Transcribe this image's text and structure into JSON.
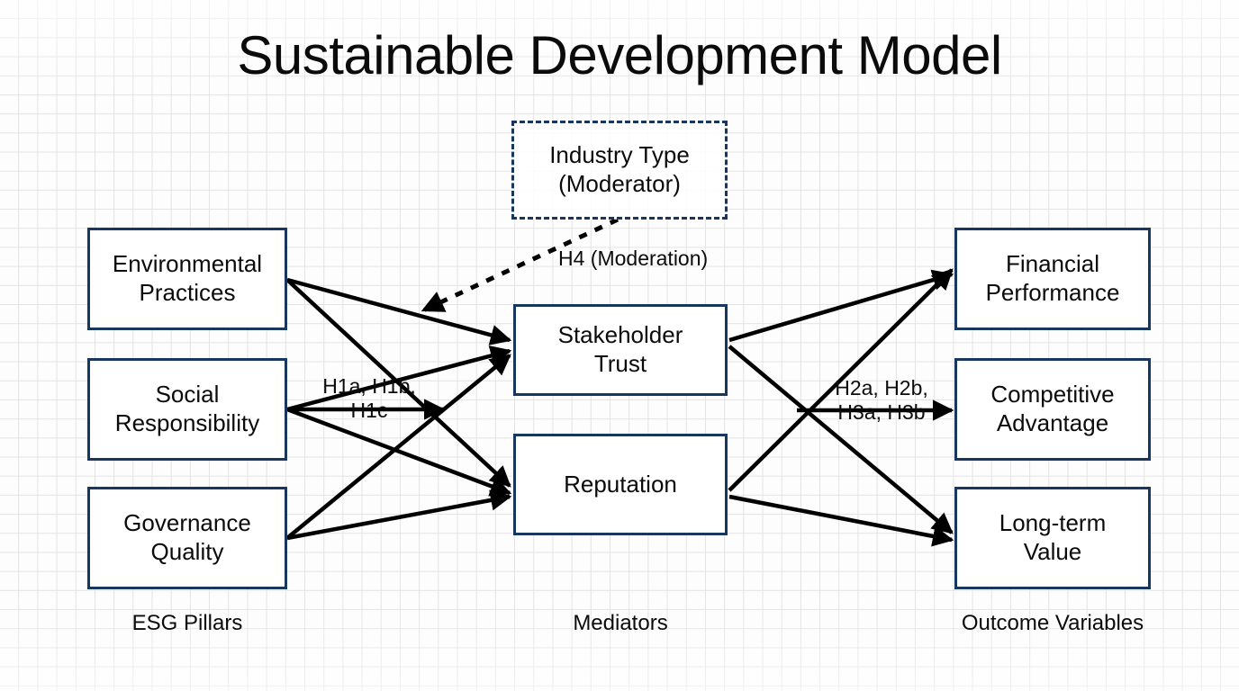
{
  "title": "Sustainable Development Model",
  "diagram": {
    "type": "path-model",
    "columns": [
      {
        "id": "esg",
        "label": "ESG Pillars"
      },
      {
        "id": "mediators",
        "label": "Mediators"
      },
      {
        "id": "outcomes",
        "label": "Outcome Variables"
      }
    ],
    "nodes": {
      "moderator": {
        "label": "Industry Type\n(Moderator)",
        "style": "dashed"
      },
      "environmental": {
        "label": "Environmental\nPractices",
        "style": "solid"
      },
      "social": {
        "label": "Social\nResponsibility",
        "style": "solid"
      },
      "governance": {
        "label": "Governance\nQuality",
        "style": "solid"
      },
      "trust": {
        "label": "Stakeholder\nTrust",
        "style": "solid"
      },
      "reputation": {
        "label": "Reputation",
        "style": "solid"
      },
      "financial": {
        "label": "Financial\nPerformance",
        "style": "solid"
      },
      "competitive": {
        "label": "Competitive\nAdvantage",
        "style": "solid"
      },
      "longterm": {
        "label": "Long-term\nValue",
        "style": "solid"
      }
    },
    "edge_labels": {
      "h1": "H1a, H1b,\nH1c",
      "h23": "H2a, H2b,\nH3a, H3b",
      "h4": "H4 (Moderation)"
    },
    "edges": [
      {
        "from": "environmental",
        "to": "trust",
        "style": "solid"
      },
      {
        "from": "environmental",
        "to": "reputation",
        "style": "solid"
      },
      {
        "from": "social",
        "to": "trust",
        "style": "solid"
      },
      {
        "from": "social",
        "to": "reputation",
        "style": "solid"
      },
      {
        "from": "governance",
        "to": "trust",
        "style": "solid"
      },
      {
        "from": "governance",
        "to": "reputation",
        "style": "solid"
      },
      {
        "from": "trust",
        "to": "financial",
        "style": "solid"
      },
      {
        "from": "trust",
        "to": "longterm",
        "style": "solid"
      },
      {
        "from": "reputation",
        "to": "financial",
        "style": "solid"
      },
      {
        "from": "reputation",
        "to": "longterm",
        "style": "solid"
      },
      {
        "from": "social",
        "to": "competitive",
        "style": "solid-label-carrier"
      },
      {
        "from": "trust",
        "to": "competitive",
        "style": "solid-label-carrier"
      },
      {
        "from": "moderator",
        "to": "trust",
        "style": "dashed"
      }
    ]
  },
  "colors": {
    "node_border": "#17375e",
    "node_fill": "#ffffff",
    "edge": "#000000",
    "text": "#0b0b0b",
    "grid": "#e3e3e3",
    "background": "#fdfdfd"
  }
}
